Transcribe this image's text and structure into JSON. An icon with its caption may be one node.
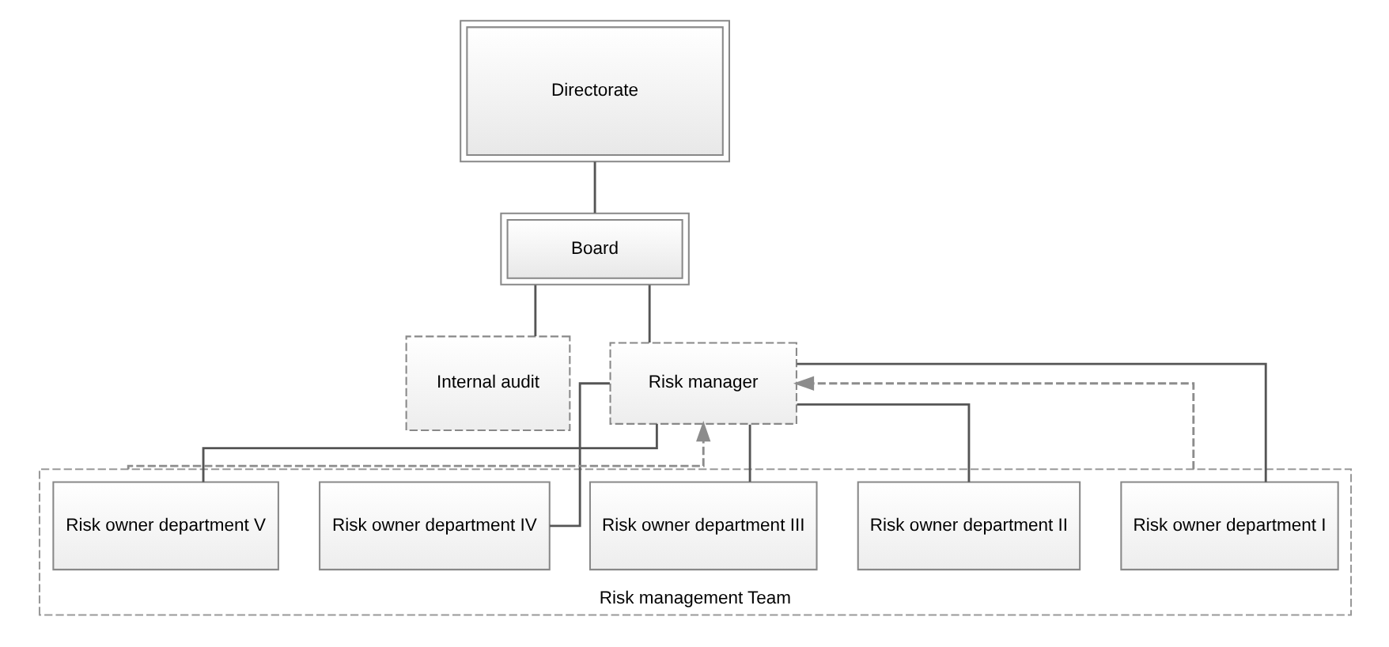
{
  "diagram": {
    "nodes": [
      {
        "text": [
          "Directorate"
        ]
      },
      {
        "text": [
          "Board"
        ]
      },
      {
        "text": [
          "Internal audit"
        ]
      },
      {
        "text": [
          "Risk manager"
        ]
      },
      {
        "text": [
          "Risk management Team"
        ]
      },
      {
        "text": [
          "Risk owner department I"
        ],
        "in": 4
      },
      {
        "text": [
          "Risk owner department II"
        ],
        "in": 4
      },
      {
        "text": [
          "Risk owner department III"
        ],
        "in": 4
      },
      {
        "text": [
          "Risk owner department IV"
        ],
        "in": 4
      },
      {
        "text": [
          "Risk owner department V"
        ],
        "in": 4
      }
    ],
    "edges": [
      {
        "from": 0,
        "to": 1,
        "arrow": "none"
      },
      {
        "from": 1,
        "to": 2,
        "arrow": "none"
      },
      {
        "from": 1,
        "to": 3,
        "arrow": "none"
      },
      {
        "from": 3,
        "to": 5,
        "arrow": "none"
      },
      {
        "from": 3,
        "to": 6,
        "arrow": "none"
      },
      {
        "from": 3,
        "to": 7,
        "arrow": "none"
      },
      {
        "from": 3,
        "to": 8,
        "arrow": "none"
      },
      {
        "from": 3,
        "to": 9,
        "arrow": "none"
      },
      {
        "from": 4,
        "to": 3,
        "arrow": "to",
        "style": "dashed",
        "color": "#8c8c8c"
      },
      {
        "from": 4,
        "to": 3,
        "arrow": "to",
        "style": "dashed",
        "color": "#8c8c8c"
      }
    ]
  }
}
